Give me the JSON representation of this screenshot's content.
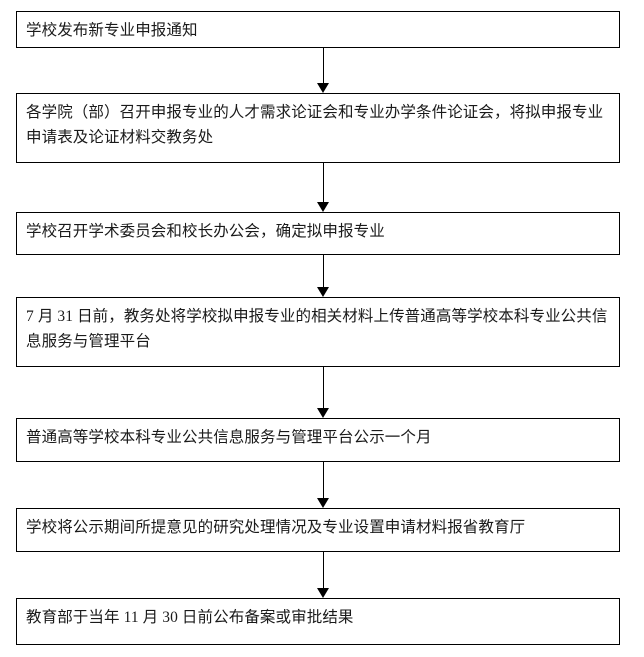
{
  "diagram": {
    "type": "flowchart",
    "orientation": "vertical-top-to-bottom",
    "box_border_color": "#000000",
    "box_fill_color": "#ffffff",
    "connector_color": "#000000",
    "text_color": "#1a1a1a",
    "nodes": [
      {
        "id": "node-1",
        "step": 1,
        "text": "学校发布新专业申报通知"
      },
      {
        "id": "node-2",
        "step": 2,
        "text": "各学院（部）召开申报专业的人才需求论证会和专业办学条件论证会，将拟申报专业申请表及论证材料交教务处"
      },
      {
        "id": "node-3",
        "step": 3,
        "text": "学校召开学术委员会和校长办公会，确定拟申报专业"
      },
      {
        "id": "node-4",
        "step": 4,
        "text": "7 月 31 日前，教务处将学校拟申报专业的相关材料上传普通高等学校本科专业公共信息服务与管理平台"
      },
      {
        "id": "node-5",
        "step": 5,
        "text": "普通高等学校本科专业公共信息服务与管理平台公示一个月"
      },
      {
        "id": "node-6",
        "step": 6,
        "text": "学校将公示期间所提意见的研究处理情况及专业设置申请材料报省教育厅"
      },
      {
        "id": "node-7",
        "step": 7,
        "text": "教育部于当年 11 月 30 日前公布备案或审批结果"
      }
    ],
    "connectors": [
      {
        "id": "conn-1",
        "from": "node-1",
        "to": "node-2",
        "arrow": "down-arrow"
      },
      {
        "id": "conn-2",
        "from": "node-2",
        "to": "node-3",
        "arrow": "down-arrow"
      },
      {
        "id": "conn-3",
        "from": "node-3",
        "to": "node-4",
        "arrow": "down-arrow"
      },
      {
        "id": "conn-4",
        "from": "node-4",
        "to": "node-5",
        "arrow": "down-arrow"
      },
      {
        "id": "conn-5",
        "from": "node-5",
        "to": "node-6",
        "arrow": "down-arrow"
      },
      {
        "id": "conn-6",
        "from": "node-6",
        "to": "node-7",
        "arrow": "down-arrow"
      }
    ]
  }
}
